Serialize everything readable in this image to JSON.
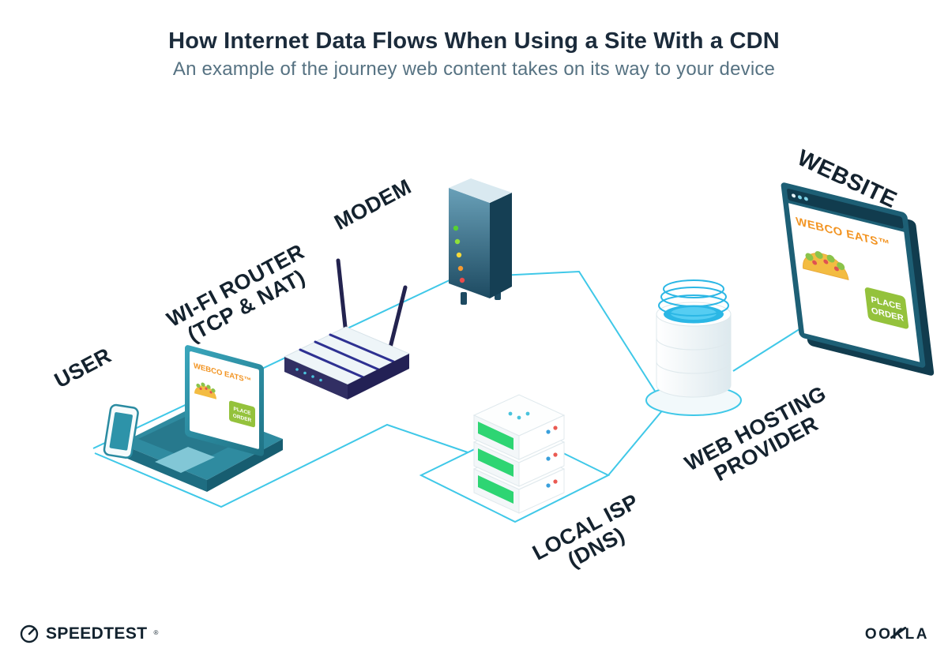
{
  "header": {
    "title": "How Internet Data Flows When Using a Site With a CDN",
    "subtitle": "An example of the journey web content takes on its way to your device"
  },
  "labels": {
    "user": "USER",
    "router_line1": "WI-FI ROUTER",
    "router_line2": "(TCP & NAT)",
    "modem": "MODEM",
    "isp_line1": "LOCAL ISP",
    "isp_line2": "(DNS)",
    "hosting_line1": "WEB HOSTING",
    "hosting_line2": "PROVIDER",
    "website": "WEBSITE"
  },
  "screens": {
    "brand": "WEBCO EATS™",
    "order_line1": "PLACE",
    "order_line2": "ORDER"
  },
  "footer": {
    "speedtest": "SPEEDTEST",
    "speedtest_mark": "®",
    "ookla": "OOKLA"
  },
  "colors": {
    "connection_line": "#3fc8e8",
    "label_text": "#14222e",
    "title_text": "#1b2b3b",
    "subtitle_text": "#567282",
    "brand_orange": "#f29422",
    "button_green": "#94c23c",
    "device_teal": "#2f8ba0",
    "router_navy": "#2e3192",
    "water_cyan": "#2bb7e5"
  }
}
